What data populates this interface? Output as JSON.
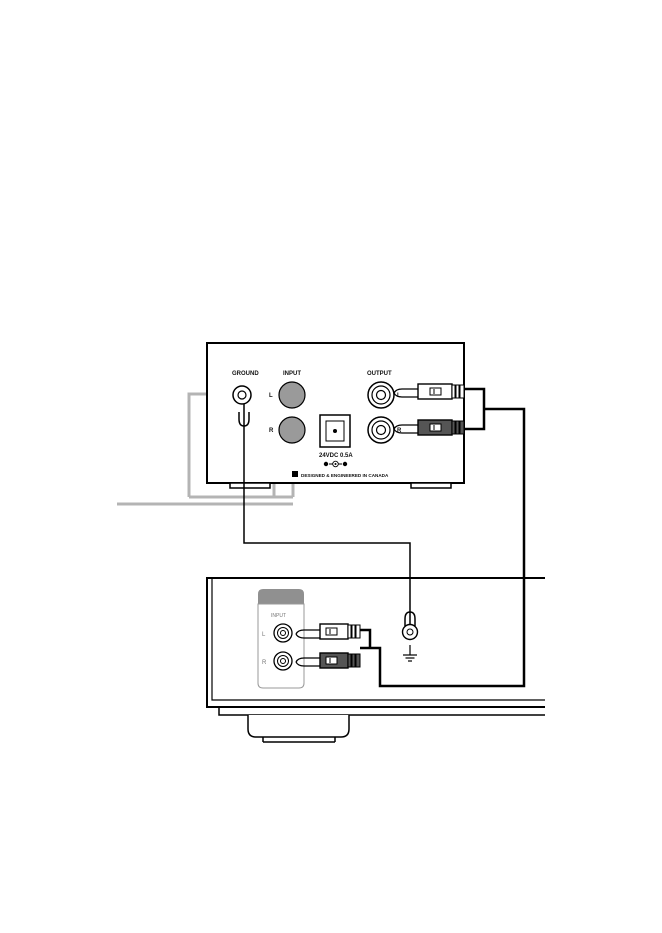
{
  "preamp": {
    "ground_label": "GROUND",
    "input_label": "INPUT",
    "output_label": "OUTPUT",
    "channel_l": "L",
    "channel_r": "R",
    "power_label": "24VDC 0.5A",
    "footer_text": "DESIGNED & ENGINEERED IN CANADA"
  },
  "source_device": {
    "input_label": "INPUT",
    "channel_l": "L",
    "channel_r": "R"
  },
  "colors": {
    "line_black": "#000000",
    "cable_gray": "#b4b4b4",
    "panel_gray": "#909090",
    "jack_gray": "#9a9a9a",
    "plug_dark": "#555555"
  }
}
